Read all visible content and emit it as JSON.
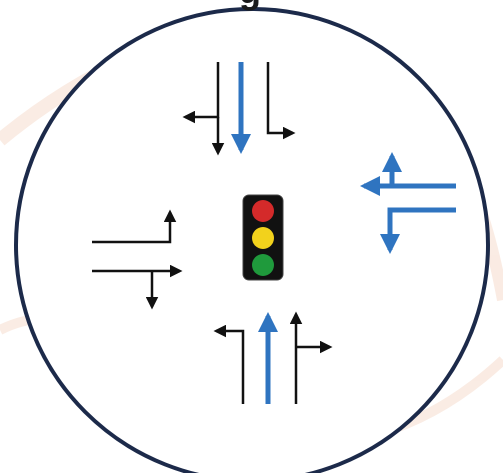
{
  "title_fragment": "g",
  "colors": {
    "circle_stroke": "#1c2a4a",
    "blue_arrow": "#2f74c0",
    "black_arrow": "#111111",
    "light_housing": "#111111",
    "light_red": "#d42a2a",
    "light_yellow": "#f2d21c",
    "light_green": "#1f9a3c",
    "background_texture": "#f6dccd"
  },
  "intersection": {
    "center_icon": "traffic-light-icon",
    "approaches": [
      {
        "side": "north",
        "movements": [
          "left",
          "straight",
          "right"
        ],
        "highlighted": "straight"
      },
      {
        "side": "east",
        "movements": [
          "straight",
          "left",
          "right"
        ],
        "highlighted": "all"
      },
      {
        "side": "south",
        "movements": [
          "left",
          "straight",
          "right"
        ],
        "highlighted": "straight"
      },
      {
        "side": "west",
        "movements": [
          "left",
          "straight",
          "right"
        ],
        "highlighted": "none"
      }
    ]
  }
}
